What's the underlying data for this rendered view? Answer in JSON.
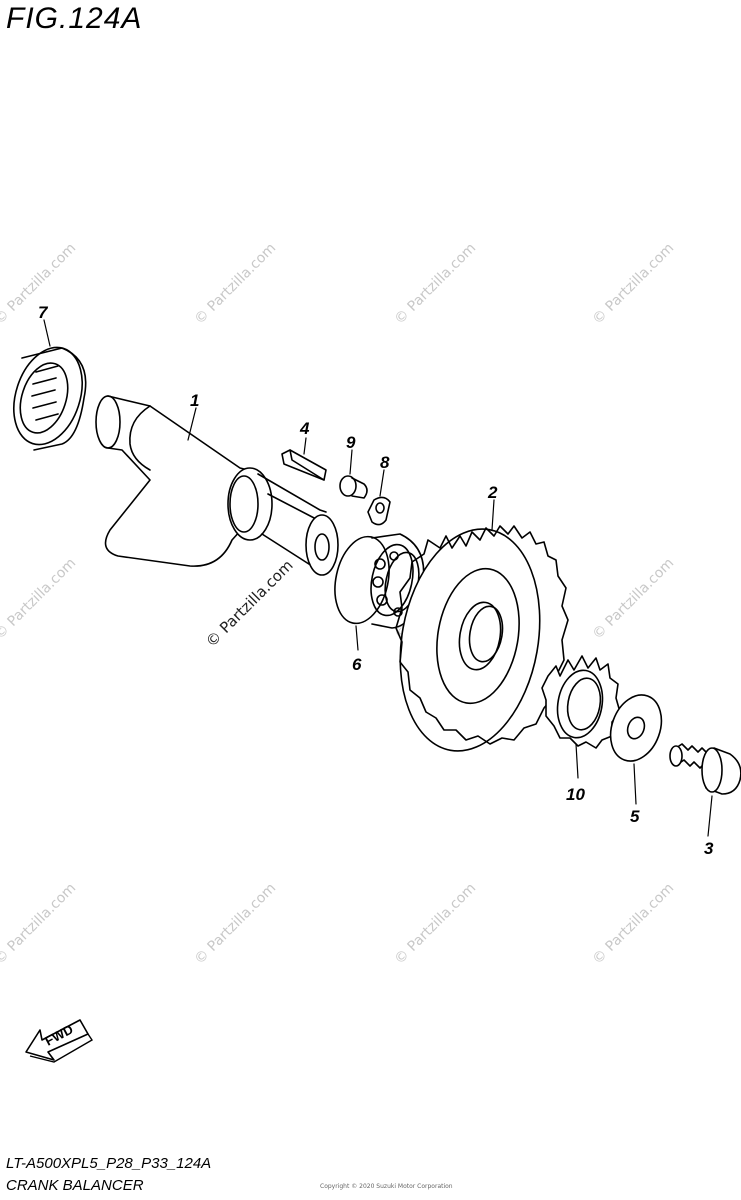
{
  "figure": {
    "title": "FIG.124A"
  },
  "callouts": [
    {
      "id": "7",
      "label": "7"
    },
    {
      "id": "1",
      "label": "1"
    },
    {
      "id": "4",
      "label": "4"
    },
    {
      "id": "9",
      "label": "9"
    },
    {
      "id": "8",
      "label": "8"
    },
    {
      "id": "2",
      "label": "2"
    },
    {
      "id": "6",
      "label": "6"
    },
    {
      "id": "10",
      "label": "10"
    },
    {
      "id": "5",
      "label": "5"
    },
    {
      "id": "3",
      "label": "3"
    }
  ],
  "watermark": {
    "text": "© Partzilla.com"
  },
  "fwd": {
    "label": "FWD"
  },
  "footer": {
    "code": "LT-A500XPL5_P28_P33_124A",
    "name": "CRANK BALANCER",
    "small_print": "Copyright © 2020 Suzuki Motor Corporation"
  },
  "colors": {
    "line": "#000000",
    "watermark": "#c8c8c8"
  }
}
